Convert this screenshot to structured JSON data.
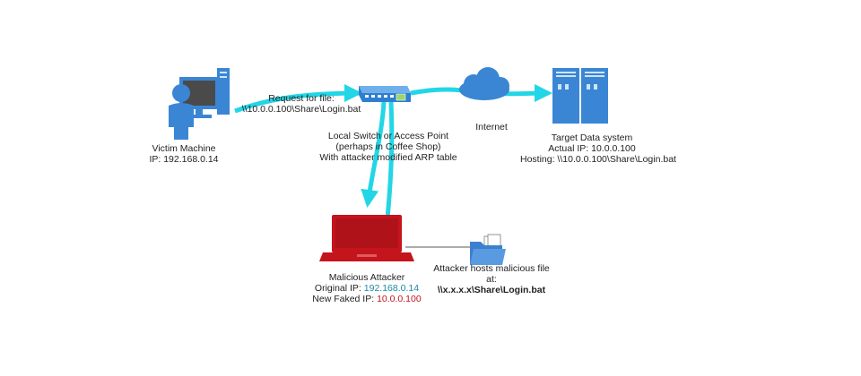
{
  "colors": {
    "cyan_arrow": "#22d6e6",
    "device_blue": "#3a86d4",
    "attacker_red": "#c4141c",
    "folder_blue": "#3c7fd0",
    "text": "#1f1f1f",
    "ip_teal": "#1a8aa6",
    "ip_red": "#c0141c"
  },
  "icons": {
    "victim": "person-at-desktop-computer-icon",
    "switch": "network-switch-icon",
    "cloud": "cloud-icon",
    "server": "server-tower-icon",
    "attacker": "laptop-icon",
    "folder": "folder-with-files-icon"
  },
  "victim": {
    "name": "Victim Machine",
    "ip": "IP: 192.168.0.14"
  },
  "request": {
    "line1": "Request for file:",
    "line2": "\\\\10.0.0.100\\Share\\Login.bat"
  },
  "switch": {
    "line1": "Local Switch or Access Point",
    "line2": "(perhaps in Coffee Shop)",
    "line3": "With attacker modified ARP table"
  },
  "internet": {
    "label": "Internet"
  },
  "target": {
    "line1": "Target Data system",
    "line2": "Actual IP: 10.0.0.100",
    "line3": "Hosting: \\\\10.0.0.100\\Share\\Login.bat"
  },
  "attacker": {
    "title": "Malicious Attacker",
    "orig_prefix": "Original IP: ",
    "orig_ip": "192.168.0.14",
    "fake_prefix": "New Faked IP: ",
    "fake_ip": "10.0.0.100"
  },
  "hosted_file": {
    "line1": "Attacker hosts malicious file",
    "line2": "at:",
    "line3": "\\\\x.x.x.x\\Share\\Login.bat"
  }
}
